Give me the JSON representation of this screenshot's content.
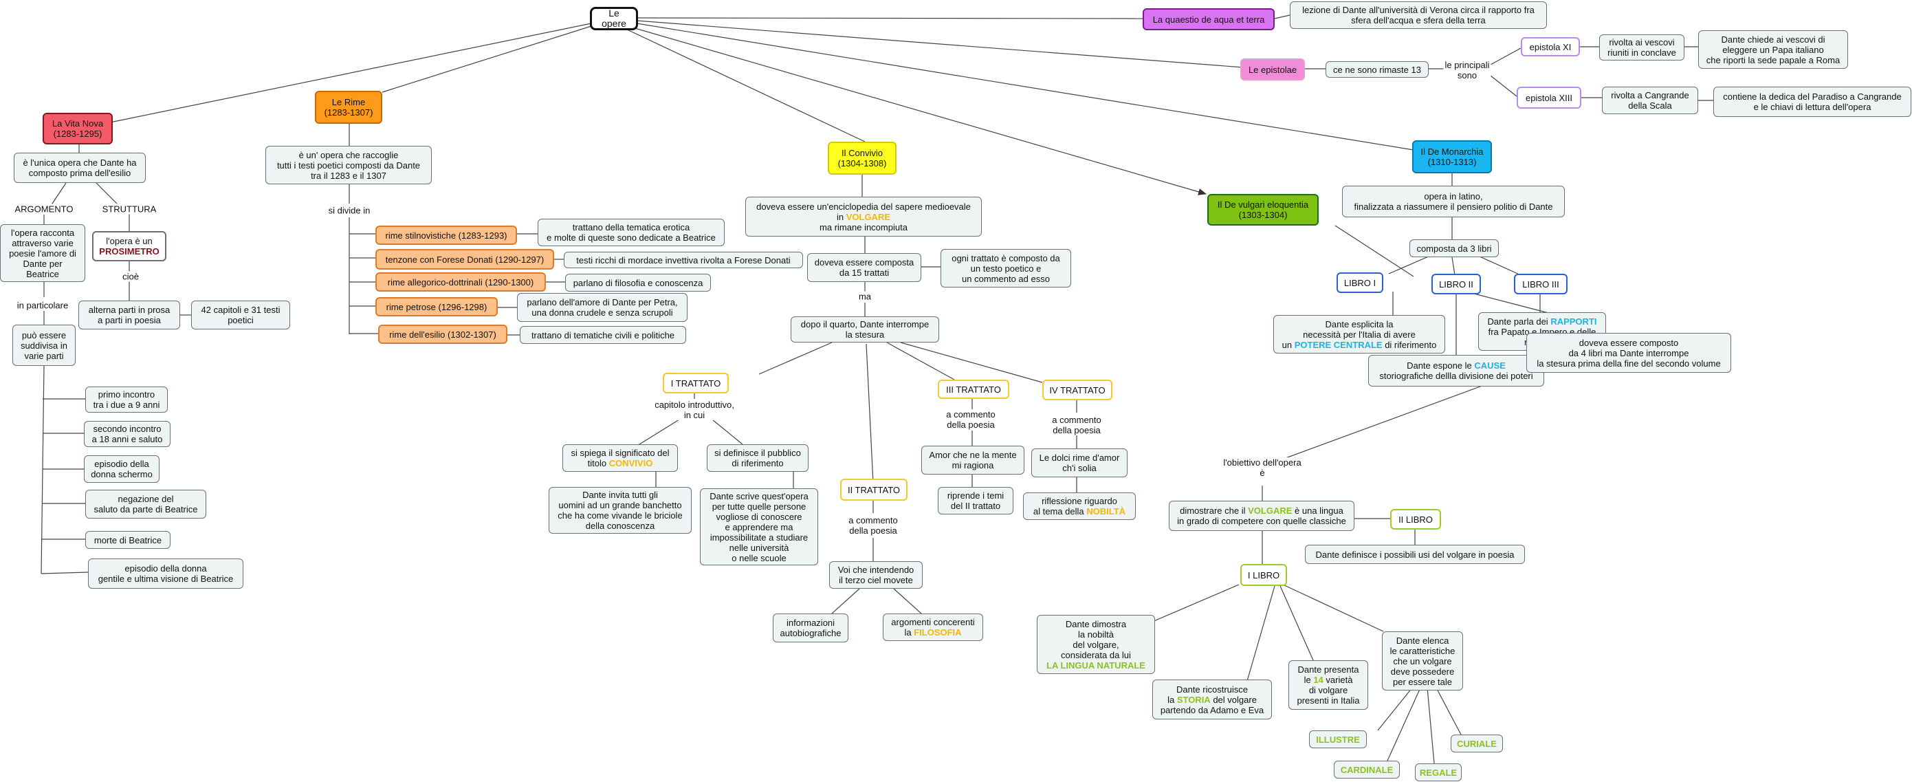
{
  "nodes": {
    "root": "Le opere",
    "quaestio": "La quaestio de aqua et terra",
    "quaestio_d": "lezione di Dante all'università di Verona circa il rapporto fra\nsfera dell'acqua e sfera della terra",
    "epistolae": "Le epistolae",
    "epist_13": "ce ne sono rimaste 13",
    "ep_xi": "epistola XI",
    "ep_xi_a": "rivolta ai vescovi\nriuniti in conclave",
    "ep_xi_b": "Dante chiede ai vescovi di\neleggere un Papa italiano\nche riporti la sede papale a Roma",
    "ep_xiii": "epistola XIII",
    "ep_xiii_a": "rivolta a Cangrande\ndella Scala",
    "ep_xiii_b": "contiene la dedica del Paradiso a Cangrande\ne le chiavi di lettura dell'opera",
    "vn": "La Vita Nova\n(1283-1295)",
    "vn_a": "è l'unica opera che Dante ha\ncomposto prima dell'esilio",
    "vn_arg": "l'opera racconta\nattraverso varie\npoesie l'amore di\nDante per\nBeatrice",
    "vn_pros_pre": "l'opera è un",
    "vn_pros_kw": "PROSIMETRO",
    "vn_alt": "alterna parti in prosa\na parti in poesia",
    "vn_42": "42 capitoli e 31 testi\npoetici",
    "vn_sudd": "può essere\nsuddivisa in\nvarie parti",
    "vn_p1": "primo incontro\ntra i due a 9 anni",
    "vn_p2": "secondo incontro\na 18 anni e saluto",
    "vn_p3": "episodio della\ndonna schermo",
    "vn_p4": "negazione del\nsaluto da parte di Beatrice",
    "vn_p5": "morte di Beatrice",
    "vn_p6": "episodio della donna\ngentile e ultima visione di Beatrice",
    "rime": "Le Rime\n(1283-1307)",
    "rime_a": "è un' opera che raccoglie\ntutti i testi poetici composti da Dante\ntra il 1283 e il 1307",
    "r1": "rime stilnovistiche (1283-1293)",
    "r1d": "trattano della tematica erotica\ne molte di queste sono dedicate a Beatrice",
    "r2": "tenzone con Forese Donati (1290-1297)",
    "r2d": "testi ricchi di mordace invettiva rivolta a Forese Donati",
    "r3": "rime allegorico-dottrinali (1290-1300)",
    "r3d": "parlano di filosofia e conoscenza",
    "r4": "rime petrose (1296-1298)",
    "r4d": "parlano dell'amore di Dante per Petra,\nuna donna crudele e senza scrupoli",
    "r5": "rime dell'esilio (1302-1307)",
    "r5d": "trattano di tematiche civili e politiche",
    "conv": "Il Convivio\n(1304-1308)",
    "conv_a_pre": "doveva essere un'enciclopedia del sapere medioevale\nin",
    "conv_a_kw": "VOLGARE",
    "conv_a_post": "ma rimane incompiuta",
    "conv_15": "doveva essere composta\nda 15 trattati",
    "conv_15d": "ogni trattato è composto da\nun testo poetico e\nun commento ad esso",
    "conv_stop": "dopo il quarto, Dante interrompe\nla stesura",
    "t1": "I TRATTATO",
    "t1a_pre": "si spiega il significato del\ntitolo",
    "t1a_kw": "CONVIVIO",
    "t1b": "si definisce il pubblico\ndi riferimento",
    "t1c": "Dante invita tutti gli\nuomini ad un grande banchetto\nche ha come vivande le briciole\ndella conoscenza",
    "t1d": "Dante scrive quest'opera\nper tutte quelle persone\nvogliose di conoscere\ne apprendere ma\nimpossibilitate a studiare\nnelle università\no nelle scuole",
    "t2": "II TRATTATO",
    "t2a": "Voi che intendendo\nil terzo ciel movete",
    "t2b": "informazioni\nautobiografiche",
    "t2c_pre": "argomenti concerenti\nla",
    "t2c_kw": "FILOSOFIA",
    "t3": "III TRATTATO",
    "t3a": "Amor che ne la mente\nmi ragiona",
    "t3b": "riprende i temi\ndel II trattato",
    "t4": "IV TRATTATO",
    "t4a": "Le dolci rime d'amor\nch'i solia",
    "t4b_pre": "riflessione riguardo\nal tema della",
    "t4b_kw": "NOBILTÀ",
    "mon": "Il De Monarchia\n(1310-1313)",
    "mon_a": "opera in latino,\nfinalizzata a riassumere il pensiero politio di Dante",
    "mon_3": "composta da 3 libri",
    "lib1": "LIBRO I",
    "lib2": "LIBRO II",
    "lib3": "LIBRO III",
    "lib1d_pre": "Dante esplicita la\nnecessità per l'Italia di avere\nun",
    "lib1d_kw": "POTERE CENTRALE",
    "lib1d_post": "di riferimento",
    "lib2d_pre": "Dante espone le",
    "lib2d_kw": "CAUSE",
    "lib2d_post": "storiografiche dellla divisione dei poteri",
    "lib3d_pre": "Dante parla dei",
    "lib3d_kw": "RAPPORTI",
    "lib3d_post": "fra Papato e Impero e delle\nrispettive",
    "mon_4": "doveva essere composto\nda 4 libri ma Dante interrompe\nla stesura prima della fine del secondo volume",
    "dve": "Il De vulgari eloquentia\n(1303-1304)",
    "dve_a_pre": "dimostrare che il",
    "dve_a_kw": "VOLGARE",
    "dve_a_post": "è una lingua\nin grado di competere con quelle classiche",
    "dve_l2": "II LIBRO",
    "dve_l2d": "Dante definisce i possibili usi del volgare in poesia",
    "dve_l1": "I LIBRO",
    "dve_n1_pre": "Dante dimostra\nla nobiltà\ndel volgare,\nconsiderata da lui",
    "dve_n1_kw": "LA LINGUA NATURALE",
    "dve_n2_pre": "Dante ricostruisce\nla",
    "dve_n2_kw": "STORIA",
    "dve_n2_post": "del volgare\npartendo da Adamo e Eva",
    "dve_n3_pre": "Dante presenta\nle",
    "dve_n3_kw": "14",
    "dve_n3_post": "varietà\ndi volgare\npresenti in Italia",
    "dve_n4": "Dante elenca\nle caratteristiche\nche un volgare\ndeve possedere\nper essere tale",
    "c1": "ILLUSTRE",
    "c2": "CARDINALE",
    "c3": "REGALE",
    "c4": "CURIALE"
  },
  "labels": {
    "principali": "le principali\nsono",
    "argomento": "ARGOMENTO",
    "struttura": "STRUTTURA",
    "cioe": "cioè",
    "particolare": "in particolare",
    "divide": "si divide in",
    "ma": "ma",
    "cap": "capitolo introduttivo,\nin cui",
    "comm2": "a commento\ndella poesia",
    "comm3": "a commento\ndella poesia",
    "comm4": "a commento\ndella poesia",
    "obiettivo": "l'obiettivo dell'opera\nè"
  }
}
